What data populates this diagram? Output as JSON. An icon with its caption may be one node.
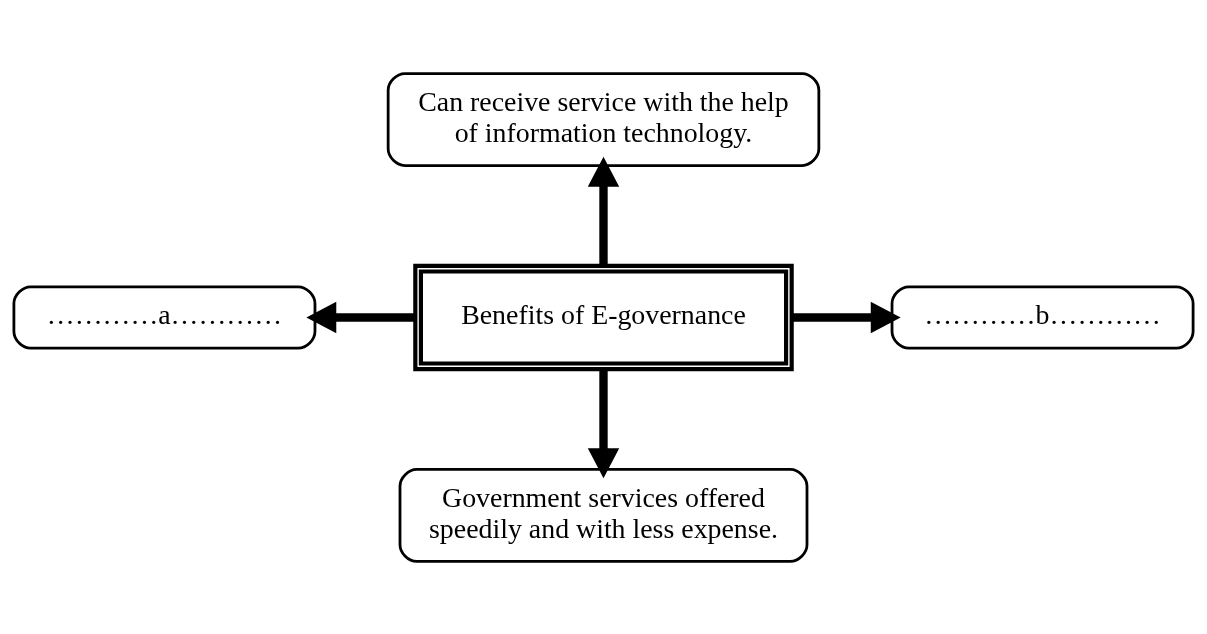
{
  "diagram": {
    "nodes": [
      {
        "text": [
          "Benefits of E-governance"
        ]
      },
      {
        "text": [
          "Can receive service with the help of information technology."
        ]
      },
      {
        "text": [
          "…………a…………"
        ]
      },
      {
        "text": [
          "…………b…………"
        ]
      },
      {
        "text": [
          "Government services offered speedily and with less expense."
        ]
      }
    ],
    "edges": [
      {
        "from": 0,
        "to": 1,
        "arrow": "to"
      },
      {
        "from": 0,
        "to": 2,
        "arrow": "to"
      },
      {
        "from": 0,
        "to": 3,
        "arrow": "to"
      },
      {
        "from": 0,
        "to": 4,
        "arrow": "to"
      }
    ]
  }
}
